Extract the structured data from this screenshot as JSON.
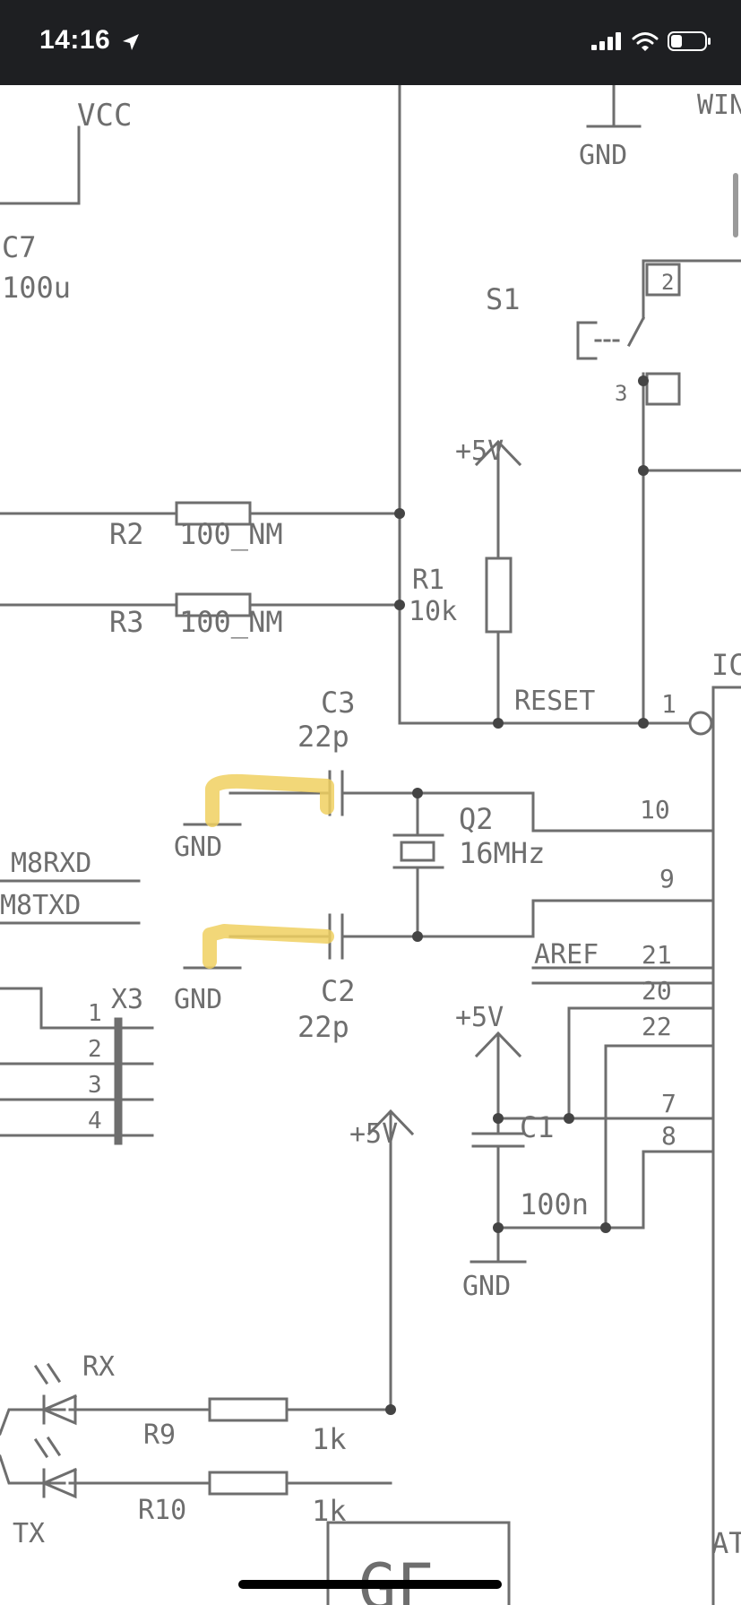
{
  "status_bar": {
    "time": "14:16",
    "location_icon": "location-arrow-icon",
    "signal_icon": "cellular-signal-icon",
    "wifi_icon": "wifi-icon",
    "battery_icon": "battery-icon"
  },
  "schematic": {
    "labels": {
      "vcc": "VCC",
      "win": "WIN",
      "c7": "C7",
      "c7_value": "100u",
      "s1": "S1",
      "s1_pin2": "2",
      "s1_pin3": "3",
      "gnd": "GND",
      "plus5v": "+5V",
      "r1": "R1",
      "r1_value": "10k",
      "r2": "R2",
      "r2_value": "100_NM",
      "r3": "R3",
      "r3_value": "100_NM",
      "reset": "RESET",
      "ic": "IC",
      "c3": "C3",
      "c3_value": "22p",
      "q2": "Q2",
      "q2_value": "16MHz",
      "c2": "C2",
      "c2_value": "22p",
      "m8rxd": "M8RXD",
      "m8txd": "M8TXD",
      "x3": "X3",
      "aref": "AREF",
      "c1": "C1",
      "c1_value": "100n",
      "rx": "RX",
      "tx": "TX",
      "r9": "R9",
      "r9_value": "1k",
      "r10": "R10",
      "r10_value": "1k",
      "at": "AT",
      "gf": "GF",
      "pins": {
        "p1": "1",
        "p10": "10",
        "p9": "9",
        "p21": "21",
        "p20": "20",
        "p22": "22",
        "p7": "7",
        "p8": "8",
        "x1": "1",
        "x2": "2",
        "x3": "3",
        "x4": "4"
      }
    },
    "highlight_color": "#f0d060",
    "line_color": "#6e6e6e"
  }
}
